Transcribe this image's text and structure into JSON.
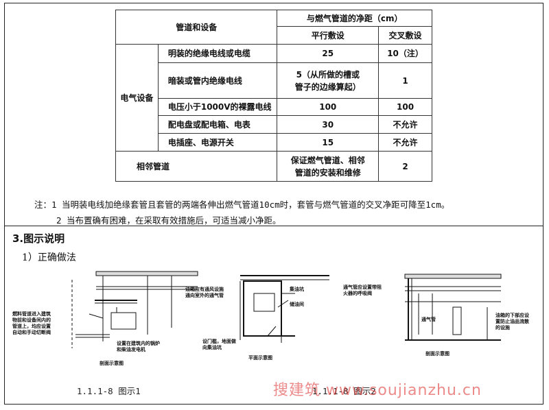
{
  "table": {
    "header": {
      "category": "管道和设备",
      "clearance": "与燃气管道的净距（cm）",
      "parallel": "平行敷设",
      "cross": "交叉敷设"
    },
    "group_electrical": "电气设备",
    "rows": [
      {
        "item": "明装的绝缘电线或电缆",
        "parallel": "25",
        "cross": "10（注）"
      },
      {
        "item": "暗装或管内绝缘电线",
        "parallel_l1": "5（从所做的槽或",
        "parallel_l2": "管子的边缘算起）",
        "cross": "1"
      },
      {
        "item": "电压小于1000V的裸露电线",
        "parallel": "100",
        "cross": "100"
      },
      {
        "item": "配电盘或配电箱、电表",
        "parallel": "30",
        "cross": "不允许"
      },
      {
        "item": "电插座、电源开关",
        "parallel": "15",
        "cross": "不允许"
      }
    ],
    "adjacent": {
      "item": "相邻管道",
      "parallel_l1": "保证燃气管道、相邻",
      "parallel_l2": "管道的安装和维修",
      "cross": "2"
    }
  },
  "notes": {
    "note1": "注：1 当明装电线加绝缘套管且套管的两端各伸出燃气管道10cm时，套管与燃气管道的交叉净距可降至1cm。",
    "note2": "2 当布置确有困难，在采取有效措施后，可适当减小净距。"
  },
  "section": {
    "title": "3.图示说明",
    "subtitle": "1）正确做法"
  },
  "diagrams": {
    "d1_label_left": [
      "燃料管道进入建筑",
      "物前和设备间内的",
      "管道上，均应设置",
      "自动和手动切断阀"
    ],
    "d1_label_bottom": [
      "设置在建筑内的锅炉",
      "和柴油发电机"
    ],
    "d1_caption": "剖面示意图",
    "d2_label_top": [
      "油箱应有通风设施",
      "通向室外的通气管"
    ],
    "d2_label_right": [
      "集油坑",
      "储油间"
    ],
    "d2_label_bottom": [
      "设门槛，地面做",
      "向集油坑"
    ],
    "d2_caption": "平面示意图",
    "d3_label_top": [
      "通气管应设置带阻",
      "火器的呼吸阀"
    ],
    "d3_label_pipe": "通气管",
    "d3_label_right": [
      "油箱的下部应设",
      "置防止油品流散",
      "的设施"
    ],
    "d3_caption": "剖面示意图"
  },
  "captions": {
    "fig1": "1.1.1-8  图示1",
    "fig2": "1.1.1-8  图示2"
  },
  "watermark": "搜建筑 www.soujianzhu.cn"
}
